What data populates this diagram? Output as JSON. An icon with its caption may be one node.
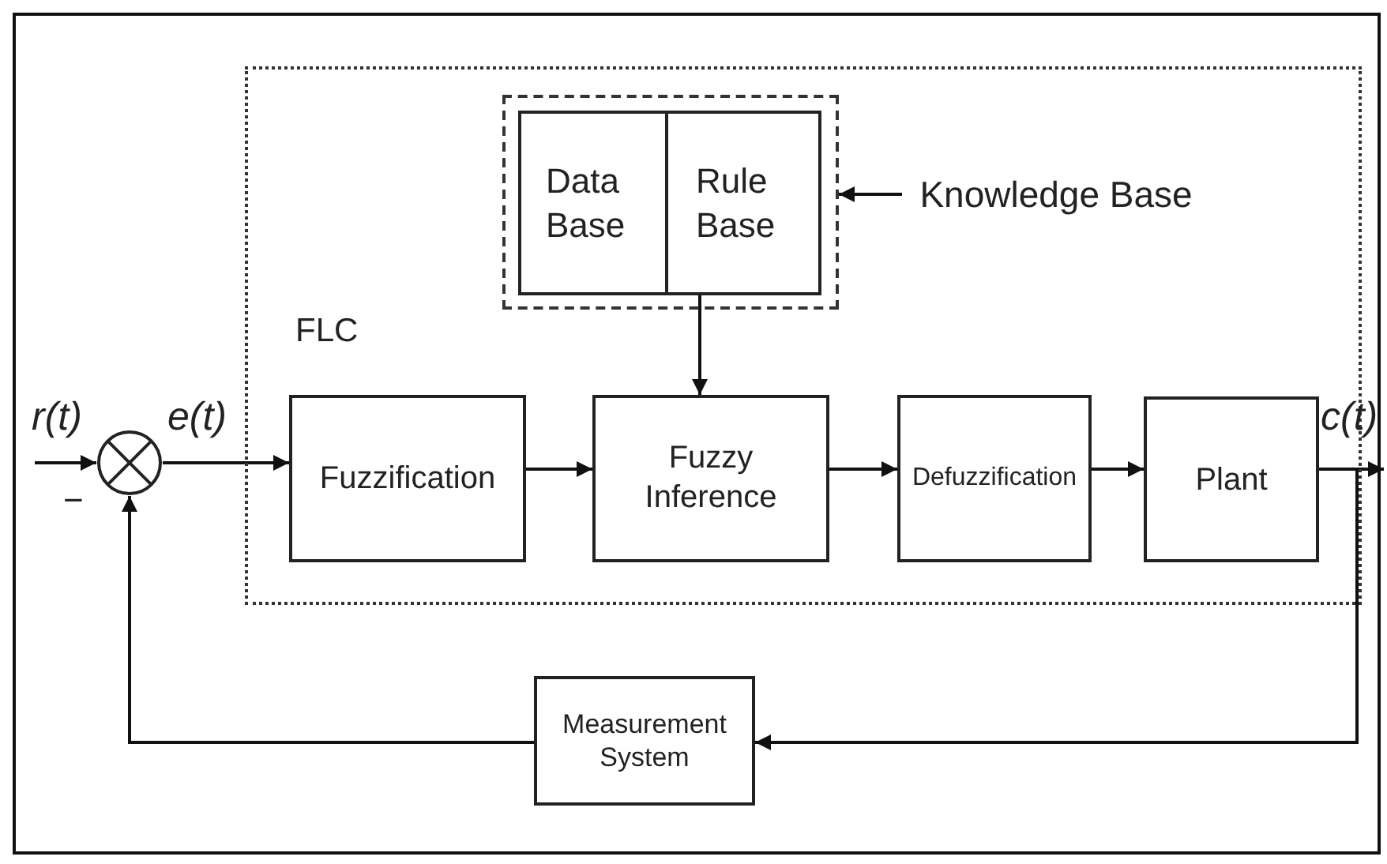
{
  "diagram": {
    "nodes": [
      {
        "text": [
          "FLC"
        ]
      },
      {
        "text": [],
        "shape": "box",
        "in": 0
      },
      {
        "text": [
          "Data Base"
        ],
        "in": 1
      },
      {
        "text": [
          "Rule Base"
        ],
        "in": 1
      },
      {
        "text": [
          "Knowledge Base"
        ],
        "in": 0
      },
      {
        "text": [],
        "shape": "circle"
      },
      {
        "text": [
          "Fuzzification"
        ],
        "in": 0
      },
      {
        "text": [
          "Fuzzy Inference"
        ],
        "in": 0
      },
      {
        "text": [
          "Defuzzification"
        ],
        "in": 0
      },
      {
        "text": [
          "Plant"
        ],
        "in": 0
      },
      {
        "text": [
          "Measurement System"
        ]
      }
    ],
    "edges": [
      {
        "from": null,
        "to": 5,
        "arrow": "to"
      },
      {
        "from": 5,
        "to": 6,
        "arrow": "to"
      },
      {
        "from": 6,
        "to": 7,
        "arrow": "to"
      },
      {
        "from": 7,
        "to": 8,
        "arrow": "to"
      },
      {
        "from": 8,
        "to": 9,
        "arrow": "to"
      },
      {
        "from": 9,
        "to": null,
        "arrow": "to"
      },
      {
        "from": 9,
        "to": 10,
        "arrow": "to"
      },
      {
        "from": 10,
        "to": 5,
        "arrow": "to"
      },
      {
        "from": 4,
        "to": 1,
        "arrow": "to"
      },
      {
        "from": 3,
        "to": 7,
        "arrow": "to"
      }
    ],
    "labels": [
      "r(t)",
      "e(t)",
      "c(t)",
      "−"
    ]
  }
}
